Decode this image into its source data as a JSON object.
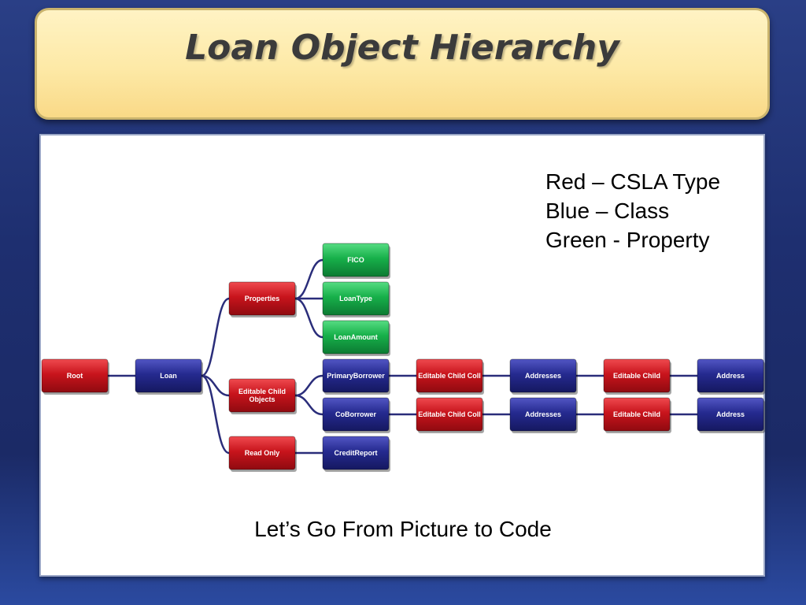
{
  "title": "Loan Object Hierarchy",
  "legend": [
    "Red – CSLA Type",
    "Blue – Class",
    "Green - Property"
  ],
  "caption": "Let’s Go From Picture to Code",
  "colors": {
    "red": "#c8141c",
    "blue": "#252a8f",
    "green": "#17b04a",
    "line": "#2a2d7a"
  },
  "diagram": {
    "nodes": [
      {
        "id": "root",
        "label": [
          "Root"
        ],
        "color": "red"
      },
      {
        "id": "loan",
        "label": [
          "Loan"
        ],
        "color": "blue"
      },
      {
        "id": "properties",
        "label": [
          "Properties"
        ],
        "color": "red"
      },
      {
        "id": "editable-child-objects",
        "label": [
          "Editable Child",
          "Objects"
        ],
        "color": "red"
      },
      {
        "id": "read-only",
        "label": [
          "Read Only"
        ],
        "color": "red"
      },
      {
        "id": "fico",
        "label": [
          "FICO"
        ],
        "color": "green"
      },
      {
        "id": "loantype",
        "label": [
          "LoanType"
        ],
        "color": "green"
      },
      {
        "id": "loanamount",
        "label": [
          "LoanAmount"
        ],
        "color": "green"
      },
      {
        "id": "primaryborrower",
        "label": [
          "PrimaryBorrower"
        ],
        "color": "blue"
      },
      {
        "id": "coborrower",
        "label": [
          "CoBorrower"
        ],
        "color": "blue"
      },
      {
        "id": "creditreport",
        "label": [
          "CreditReport"
        ],
        "color": "blue"
      },
      {
        "id": "ecc1",
        "label": [
          "Editable Child Coll"
        ],
        "color": "red"
      },
      {
        "id": "addresses1",
        "label": [
          "Addresses"
        ],
        "color": "blue"
      },
      {
        "id": "ec1",
        "label": [
          "Editable Child"
        ],
        "color": "red"
      },
      {
        "id": "address1",
        "label": [
          "Address"
        ],
        "color": "blue"
      },
      {
        "id": "ecc2",
        "label": [
          "Editable Child Coll"
        ],
        "color": "red"
      },
      {
        "id": "addresses2",
        "label": [
          "Addresses"
        ],
        "color": "blue"
      },
      {
        "id": "ec2",
        "label": [
          "Editable Child"
        ],
        "color": "red"
      },
      {
        "id": "address2",
        "label": [
          "Address"
        ],
        "color": "blue"
      }
    ],
    "edges": [
      [
        "root",
        "loan"
      ],
      [
        "loan",
        "properties"
      ],
      [
        "loan",
        "editable-child-objects"
      ],
      [
        "loan",
        "read-only"
      ],
      [
        "properties",
        "fico"
      ],
      [
        "properties",
        "loantype"
      ],
      [
        "properties",
        "loanamount"
      ],
      [
        "editable-child-objects",
        "primaryborrower"
      ],
      [
        "editable-child-objects",
        "coborrower"
      ],
      [
        "read-only",
        "creditreport"
      ],
      [
        "primaryborrower",
        "ecc1"
      ],
      [
        "ecc1",
        "addresses1"
      ],
      [
        "addresses1",
        "ec1"
      ],
      [
        "ec1",
        "address1"
      ],
      [
        "coborrower",
        "ecc2"
      ],
      [
        "ecc2",
        "addresses2"
      ],
      [
        "addresses2",
        "ec2"
      ],
      [
        "ec2",
        "address2"
      ]
    ]
  }
}
